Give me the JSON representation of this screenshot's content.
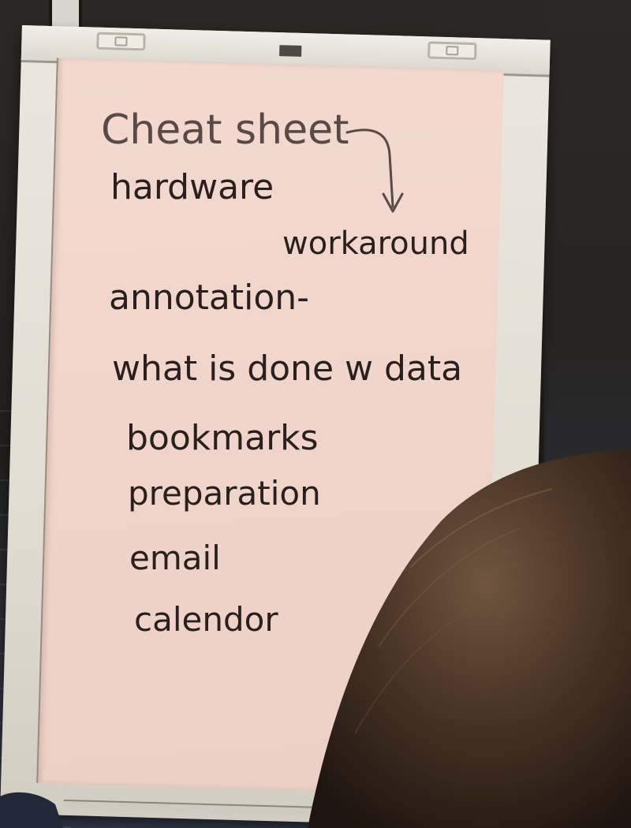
{
  "flipchart": {
    "heading": "Cheat sheet",
    "items": [
      "hardware",
      "workaround",
      "annotation-",
      "what is done w data",
      "bookmarks",
      "preparation",
      "email",
      "calendor"
    ]
  },
  "colors": {
    "paper": "#f0d5cc",
    "heading_ink": "#5a4a46",
    "ink": "#2a1f1c",
    "easel": "#e4dfd6",
    "hair": "#4a3424"
  }
}
